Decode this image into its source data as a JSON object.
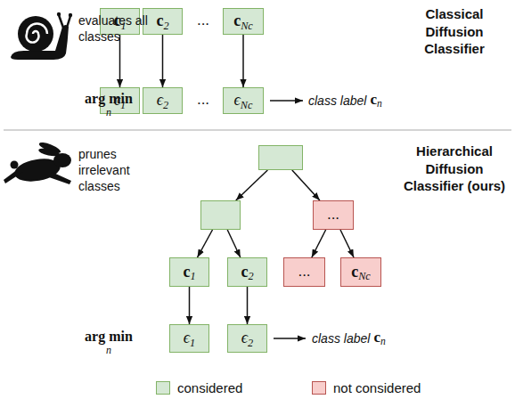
{
  "diagram": {
    "nodes": [
      {
        "text": [
          "c1"
        ]
      },
      {
        "text": [
          "c2"
        ]
      },
      {
        "text": [
          "cNc"
        ]
      },
      {
        "text": [
          "ϵ1"
        ]
      },
      {
        "text": [
          "ϵ2"
        ]
      },
      {
        "text": [
          "ϵNc"
        ]
      },
      {
        "text": []
      },
      {
        "text": []
      },
      {
        "text": [
          "..."
        ]
      },
      {
        "text": [
          "c1"
        ]
      },
      {
        "text": [
          "c2"
        ]
      },
      {
        "text": [
          "..."
        ]
      },
      {
        "text": [
          "cNc"
        ]
      },
      {
        "text": [
          "ϵ1"
        ]
      },
      {
        "text": [
          "ϵ2"
        ]
      }
    ],
    "edges": [
      {
        "from": 0,
        "to": 3,
        "arrow": "to"
      },
      {
        "from": 1,
        "to": 4,
        "arrow": "to"
      },
      {
        "from": 2,
        "to": 5,
        "arrow": "to"
      },
      {
        "from": 6,
        "to": 7,
        "arrow": "to"
      },
      {
        "from": 6,
        "to": 8,
        "arrow": "to"
      },
      {
        "from": 7,
        "to": 9,
        "arrow": "to"
      },
      {
        "from": 7,
        "to": 10,
        "arrow": "to"
      },
      {
        "from": 8,
        "to": 11,
        "arrow": "to"
      },
      {
        "from": 8,
        "to": 12,
        "arrow": "to"
      },
      {
        "from": 9,
        "to": 13,
        "arrow": "to"
      },
      {
        "from": 10,
        "to": 14,
        "arrow": "to"
      }
    ],
    "labels": [
      "evaluates all classes",
      "Classical Diffusion Classifier",
      "...",
      "...",
      "arg min",
      "n",
      "class label",
      "cn",
      "prunes irrelevant classes",
      "Hierarchical Diffusion Classifier (ours)",
      "arg min",
      "n",
      "class label",
      "cn"
    ],
    "legend": [
      {
        "text": "considered",
        "color": "#d5e8d4"
      },
      {
        "text": "not considered",
        "color": "#f8cecc"
      }
    ]
  }
}
